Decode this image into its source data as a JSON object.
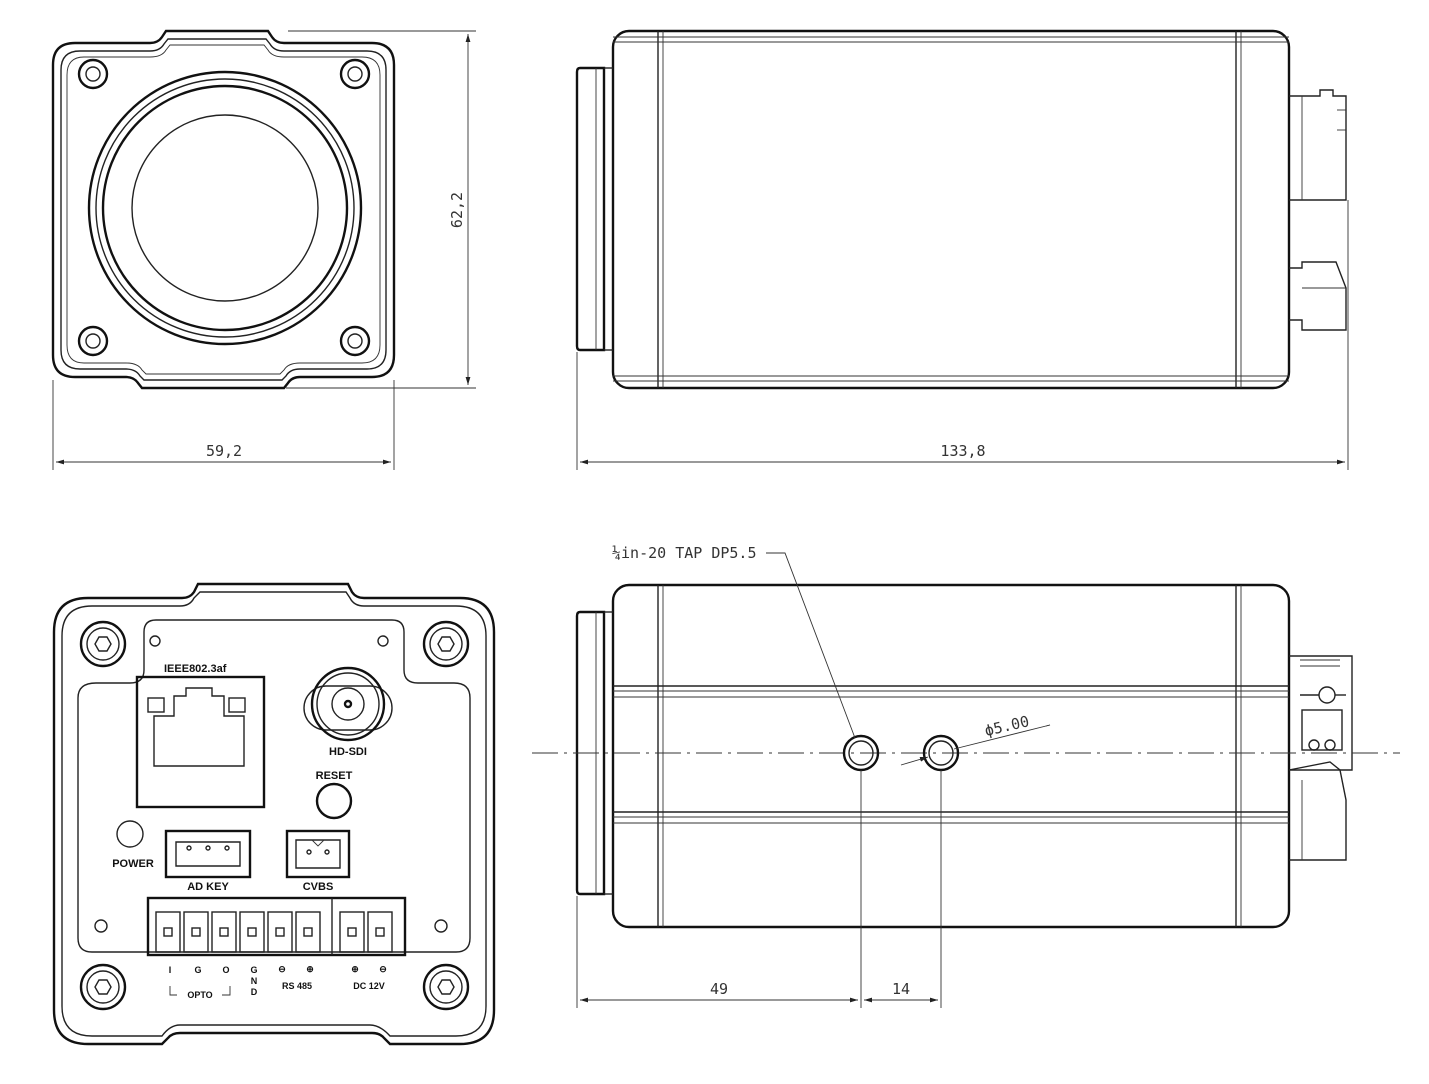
{
  "dimensions": {
    "front_width": "59,2",
    "front_height": "62,2",
    "side_length": "133,8",
    "hole_offset": "49",
    "hole_spacing": "14",
    "hole_diameter": "ϕ5.00",
    "tap_note": "¼in-20 TAP DP5.5"
  },
  "rear_panel": {
    "ieee_label": "IEEE802.3af",
    "hdsdi_label": "HD-SDI",
    "reset_label": "RESET",
    "power_label": "POWER",
    "adkey_label": "AD KEY",
    "cvbs_label": "CVBS",
    "pin_i": "I",
    "pin_g": "G",
    "pin_o": "O",
    "pin_gnd_1": "G",
    "pin_gnd_2": "N",
    "pin_gnd_3": "D",
    "pin_minus_1": "⊖",
    "pin_plus_1": "⊕",
    "pin_plus_2": "⊕",
    "pin_minus_2": "⊖",
    "opto_label": "OPTO",
    "rs485_label": "RS 485",
    "dc_label": "DC 12V"
  }
}
